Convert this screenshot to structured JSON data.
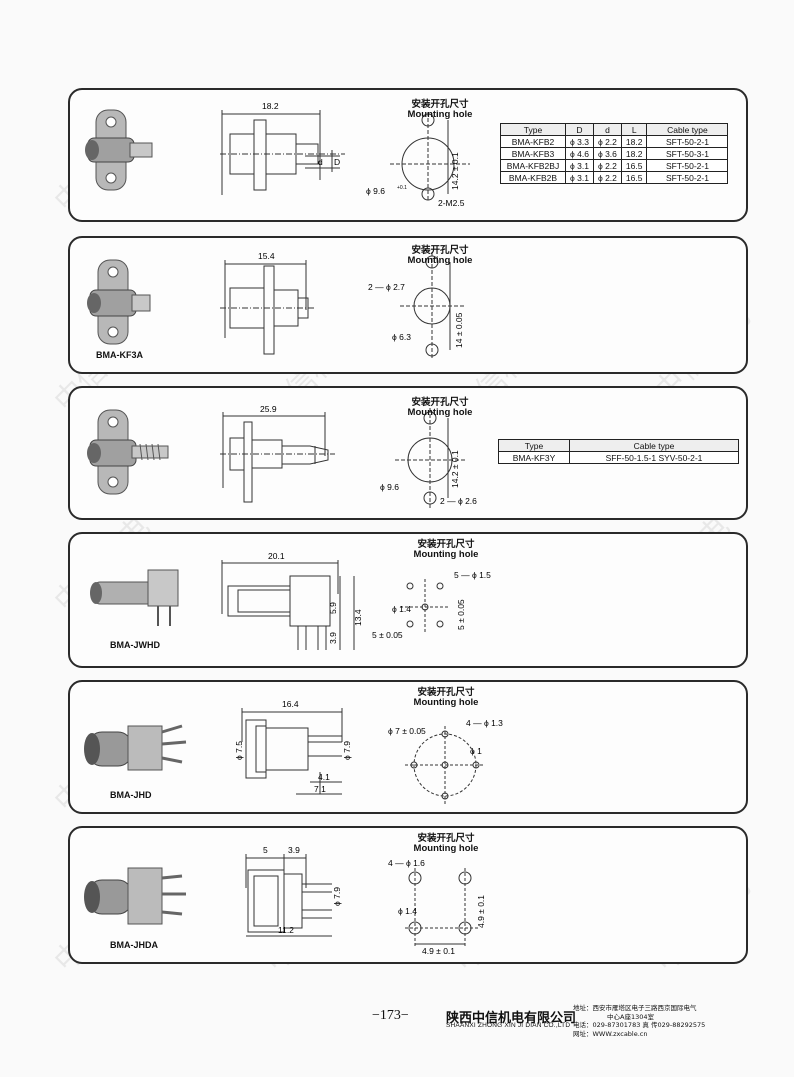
{
  "mounting_cn": "安装开孔尺寸",
  "mounting_en": "Mounting hole",
  "watermark": "中信机电",
  "p1": {
    "dims": {
      "len": "18.2",
      "d": "d",
      "D": "D",
      "tol": "14.2 ± 0.1",
      "dia": "ϕ 9.6",
      "dia_tol": "+0.1",
      "holes": "2-M2.5"
    },
    "table": {
      "headers": [
        "Type",
        "D",
        "d",
        "L",
        "Cable type"
      ],
      "rows": [
        [
          "BMA-KFB2",
          "ϕ 3.3",
          "ϕ 2.2",
          "18.2",
          "SFT-50-2-1"
        ],
        [
          "BMA-KFB3",
          "ϕ 4.6",
          "ϕ 3.6",
          "18.2",
          "SFT-50-3-1"
        ],
        [
          "BMA-KFB2BJ",
          "ϕ 3.1",
          "ϕ 2.2",
          "16.5",
          "SFT-50-2-1"
        ],
        [
          "BMA-KFB2B",
          "ϕ 3.1",
          "ϕ 2.2",
          "16.5",
          "SFT-50-2-1"
        ]
      ]
    }
  },
  "p2": {
    "label": "BMA-KF3A",
    "dims": {
      "len": "15.4",
      "holes": "2 — ϕ 2.7",
      "tol": "14 ± 0.05",
      "dia": "ϕ 6.3"
    }
  },
  "p3": {
    "dims": {
      "len": "25.9",
      "tol": "14.2 ± 0.1",
      "dia": "ϕ 9.6",
      "holes": "2 — ϕ 2.6"
    },
    "table": {
      "headers": [
        "Type",
        "Cable type"
      ],
      "rows": [
        [
          "BMA-KF3Y",
          "SFF-50-1.5-1  SYV-50-2-1"
        ]
      ]
    }
  },
  "p4": {
    "label": "BMA-JWHD",
    "dims": {
      "len": "20.1",
      "a": "13.4",
      "b": "5.9",
      "c": "3.9",
      "holes": "5 — ϕ 1.5",
      "dia": "ϕ 1.4",
      "tol1": "5 ± 0.05",
      "tol2": "5 ± 0.05"
    }
  },
  "p5": {
    "label": "BMA-JHD",
    "dims": {
      "len": "16.4",
      "d1": "ϕ 7.5",
      "d2": "ϕ 7.9",
      "a": "4.1",
      "b": "7.1",
      "pcd": "ϕ 7 ± 0.05",
      "holes": "4 — ϕ 1.3",
      "dia": "ϕ 1"
    }
  },
  "p6": {
    "label": "BMA-JHDA",
    "dims": {
      "a": "5",
      "b": "3.9",
      "c": "11.2",
      "d": "ϕ 7.9",
      "holes": "4 — ϕ 1.6",
      "dia": "ϕ 1.4",
      "tol1": "4.9 ± 0.1",
      "tol2": "4.9 ± 0.1"
    }
  },
  "footer": {
    "page": "−173−",
    "company": "陕西中信机电有限公司",
    "company_en": "SHAANXI ZHONG XIN JI DIAN CO.,LTD",
    "address": "地址：西安市雁塔区电子三路西京国际电气",
    "address2": "中心A座1304室",
    "phone": "电话：029-87301783     真 传029-88292575",
    "web": "网址：WWW.zxcable.cn"
  }
}
